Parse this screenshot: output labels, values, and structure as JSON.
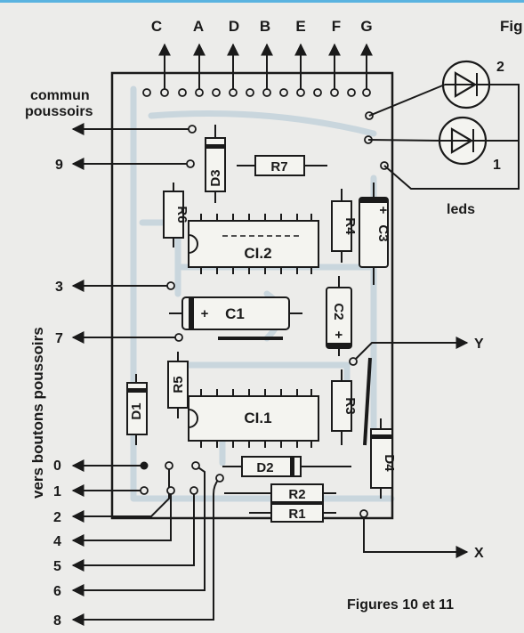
{
  "figure": {
    "corner_label": "Fig",
    "caption": "Figures 10 et 11"
  },
  "top_connectors": [
    "C",
    "A",
    "D",
    "B",
    "E",
    "F",
    "G"
  ],
  "labels": {
    "commun_1": "commun",
    "commun_2": "poussoirs",
    "leds": "leds",
    "vertical": "vers boutons poussoirs",
    "y": "Y",
    "x": "X"
  },
  "leds": [
    {
      "number": "2"
    },
    {
      "number": "1"
    }
  ],
  "left_pins": [
    "9",
    "3",
    "7",
    "0",
    "1",
    "2",
    "4",
    "5",
    "6",
    "8"
  ],
  "components": {
    "ci2": "CI.2",
    "ci1": "CI.1",
    "c1": "C1",
    "c1_plus": "+",
    "c2": "C2",
    "c2_plus": "+",
    "c3": "C3",
    "c3_plus": "+",
    "r1": "R1",
    "r2": "R2",
    "r3": "R3",
    "r4": "R4",
    "r5": "R5",
    "r6": "R6",
    "r7": "R7",
    "d1": "D1",
    "d2": "D2",
    "d3": "D3",
    "d4": "D4"
  },
  "colors": {
    "ink": "#1a1a1a",
    "paper": "#ececea",
    "trace": "#c9d6dd",
    "header_line": "#5ab3e0"
  }
}
